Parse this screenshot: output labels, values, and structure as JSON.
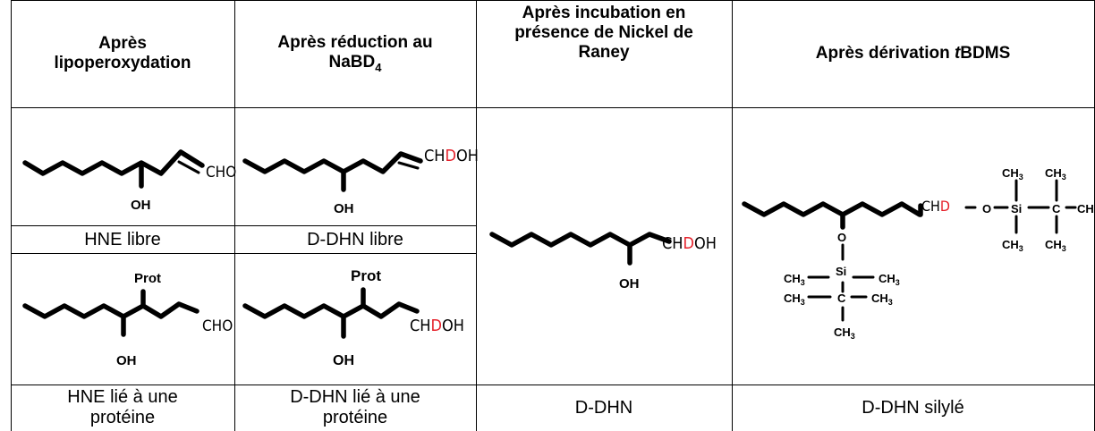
{
  "headers": {
    "col1": [
      "Après",
      "lipoperoxydation"
    ],
    "col2_line1": "Après réduction au",
    "col2_line2_main": "NaBD",
    "col2_line2_sub": "4",
    "col3": [
      "Après incubation en",
      "présence de Nickel de",
      "Raney"
    ],
    "col4_pre": "Après dérivation ",
    "col4_italic": "t",
    "col4_post": "BDMS"
  },
  "labels": {
    "hne_free": "HNE libre",
    "ddhn_free": "D-DHN libre",
    "hne_bound": [
      "HNE lié à une",
      "protéine"
    ],
    "ddhn_bound": [
      "D-DHN lié à une",
      "protéine"
    ],
    "ddhn": "D-DHN",
    "ddhn_silylated": "D-DHN silylé"
  },
  "molecules": {
    "hne_free": {
      "oh": "OH",
      "group": "CHO"
    },
    "ddhn_free": {
      "oh": "OH",
      "group_pre": "CH",
      "group_d": "D",
      "group_post": "OH"
    },
    "hne_bound": {
      "oh": "OH",
      "group": "CHO",
      "prot": "Prot"
    },
    "ddhn_bound": {
      "oh": "OH",
      "group_pre": "CH",
      "group_d": "D",
      "group_post": "OH",
      "prot": "Prot"
    },
    "ddhn": {
      "oh": "OH",
      "group_pre": "CH",
      "group_d": "D",
      "group_post": "OH"
    },
    "ddhn_silylated": {
      "chd_pre": "CH",
      "chd_d": "D",
      "o": "O",
      "si": "Si",
      "c": "C",
      "ch3": "CH",
      "sub3": "3"
    }
  },
  "colors": {
    "deuterium": "#e5202a",
    "grid": "#000000"
  }
}
